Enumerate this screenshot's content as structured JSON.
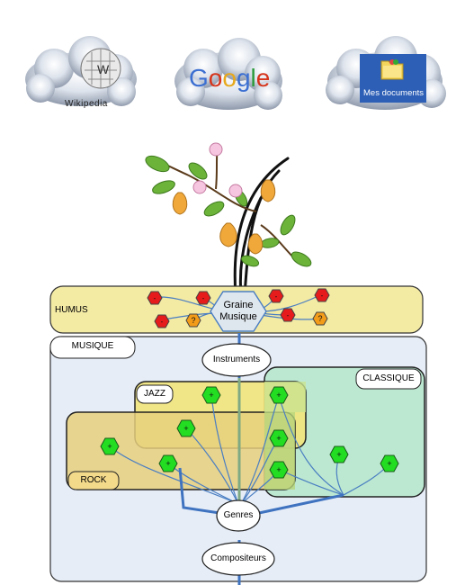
{
  "links": {
    "wikipedia": {
      "label": "Wikipedia"
    },
    "google": {
      "label": "Google"
    },
    "documents": {
      "label": "Mes documents"
    }
  },
  "zones": {
    "humus": "HUMUS",
    "seed": [
      "Graine",
      "Musique"
    ],
    "musique": "MUSIQUE",
    "jazz": "JAZZ",
    "rock": "ROCK",
    "classique": "CLASSIQUE"
  },
  "nodes": {
    "instruments": "Instruments",
    "genres": "Genres",
    "compositeurs": "Compositeurs"
  },
  "markers": {
    "red": "-",
    "orange": "?",
    "green": "+"
  },
  "colors": {
    "humus_fill": "#f3eaa4",
    "musique_fill": "#e6edf7",
    "jazz_fill": "#f2e47a",
    "rock_fill": "#e6cf7c",
    "classique_fill": "#b9e8cf",
    "red_marker": "#e61b1b",
    "orange_marker": "#f39c1a",
    "green_marker": "#22dd22",
    "line_blue": "#4a7ec2",
    "google_blue": "#3b6fd1",
    "google_red": "#d6341b",
    "google_yellow": "#e7a81b",
    "google_green": "#2a9a3a"
  },
  "icons": [
    "cloud-icon",
    "wikipedia-globe-icon",
    "google-logo-icon",
    "folder-icon",
    "pear-tree-icon"
  ]
}
